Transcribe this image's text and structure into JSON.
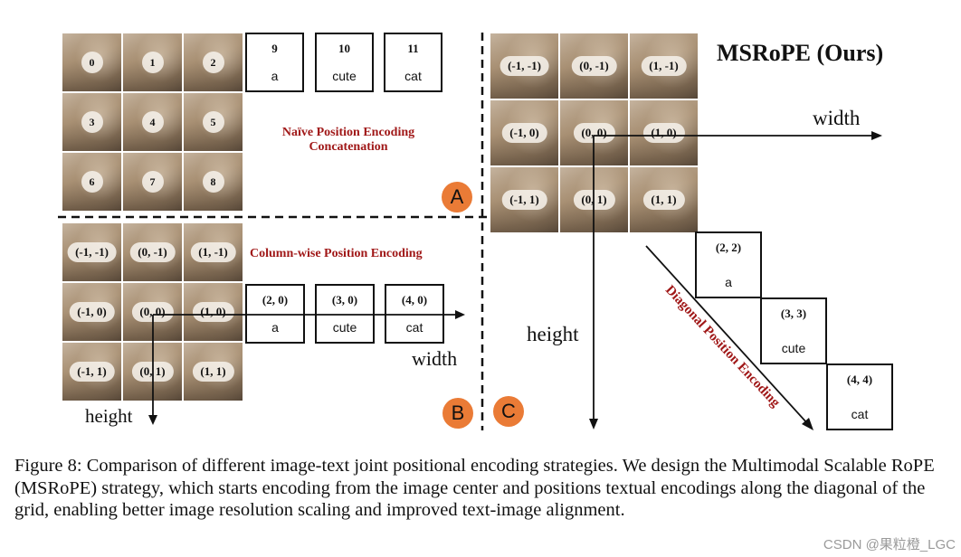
{
  "panelA": {
    "cells": [
      "0",
      "1",
      "2",
      "3",
      "4",
      "5",
      "6",
      "7",
      "8"
    ],
    "text_tokens": [
      {
        "num": "9",
        "word": "a"
      },
      {
        "num": "10",
        "word": "cute"
      },
      {
        "num": "11",
        "word": "cat"
      }
    ],
    "label_line1": "Naïve Position Encoding",
    "label_line2": "Concatenation",
    "badge": "A"
  },
  "panelB": {
    "cells": [
      "(-1, -1)",
      "(0, -1)",
      "(1, -1)",
      "(-1, 0)",
      "(0, 0)",
      "(1, 0)",
      "(-1, 1)",
      "(0, 1)",
      "(1, 1)"
    ],
    "text_tokens": [
      {
        "num": "(2, 0)",
        "word": "a"
      },
      {
        "num": "(3, 0)",
        "word": "cute"
      },
      {
        "num": "(4, 0)",
        "word": "cat"
      }
    ],
    "label": "Column-wise Position Encoding",
    "width_label": "width",
    "height_label": "height",
    "badge": "B"
  },
  "panelC": {
    "title": "MSRoPE (Ours)",
    "cells": [
      "(-1, -1)",
      "(0, -1)",
      "(1, -1)",
      "(-1, 0)",
      "(0, 0)",
      "(1, 0)",
      "(-1, 1)",
      "(0, 1)",
      "(1, 1)"
    ],
    "text_tokens": [
      {
        "num": "(2, 2)",
        "word": "a"
      },
      {
        "num": "(3, 3)",
        "word": "cute"
      },
      {
        "num": "(4, 4)",
        "word": "cat"
      }
    ],
    "diag_label": "Diagonal Position Encoding",
    "width_label": "width",
    "height_label": "height",
    "badge": "C"
  },
  "caption": "Figure 8: Comparison of different image-text joint positional encoding strategies. We design the Multimodal Scalable RoPE (MSRoPE) strategy, which starts encoding from the image center and positions textual encodings along the diagonal of the grid, enabling better image resolution scaling and improved text-image alignment.",
  "watermark": "CSDN @果粒橙_LGC",
  "colors": {
    "badge": "#ea7b36",
    "label_red": "#a01818"
  }
}
